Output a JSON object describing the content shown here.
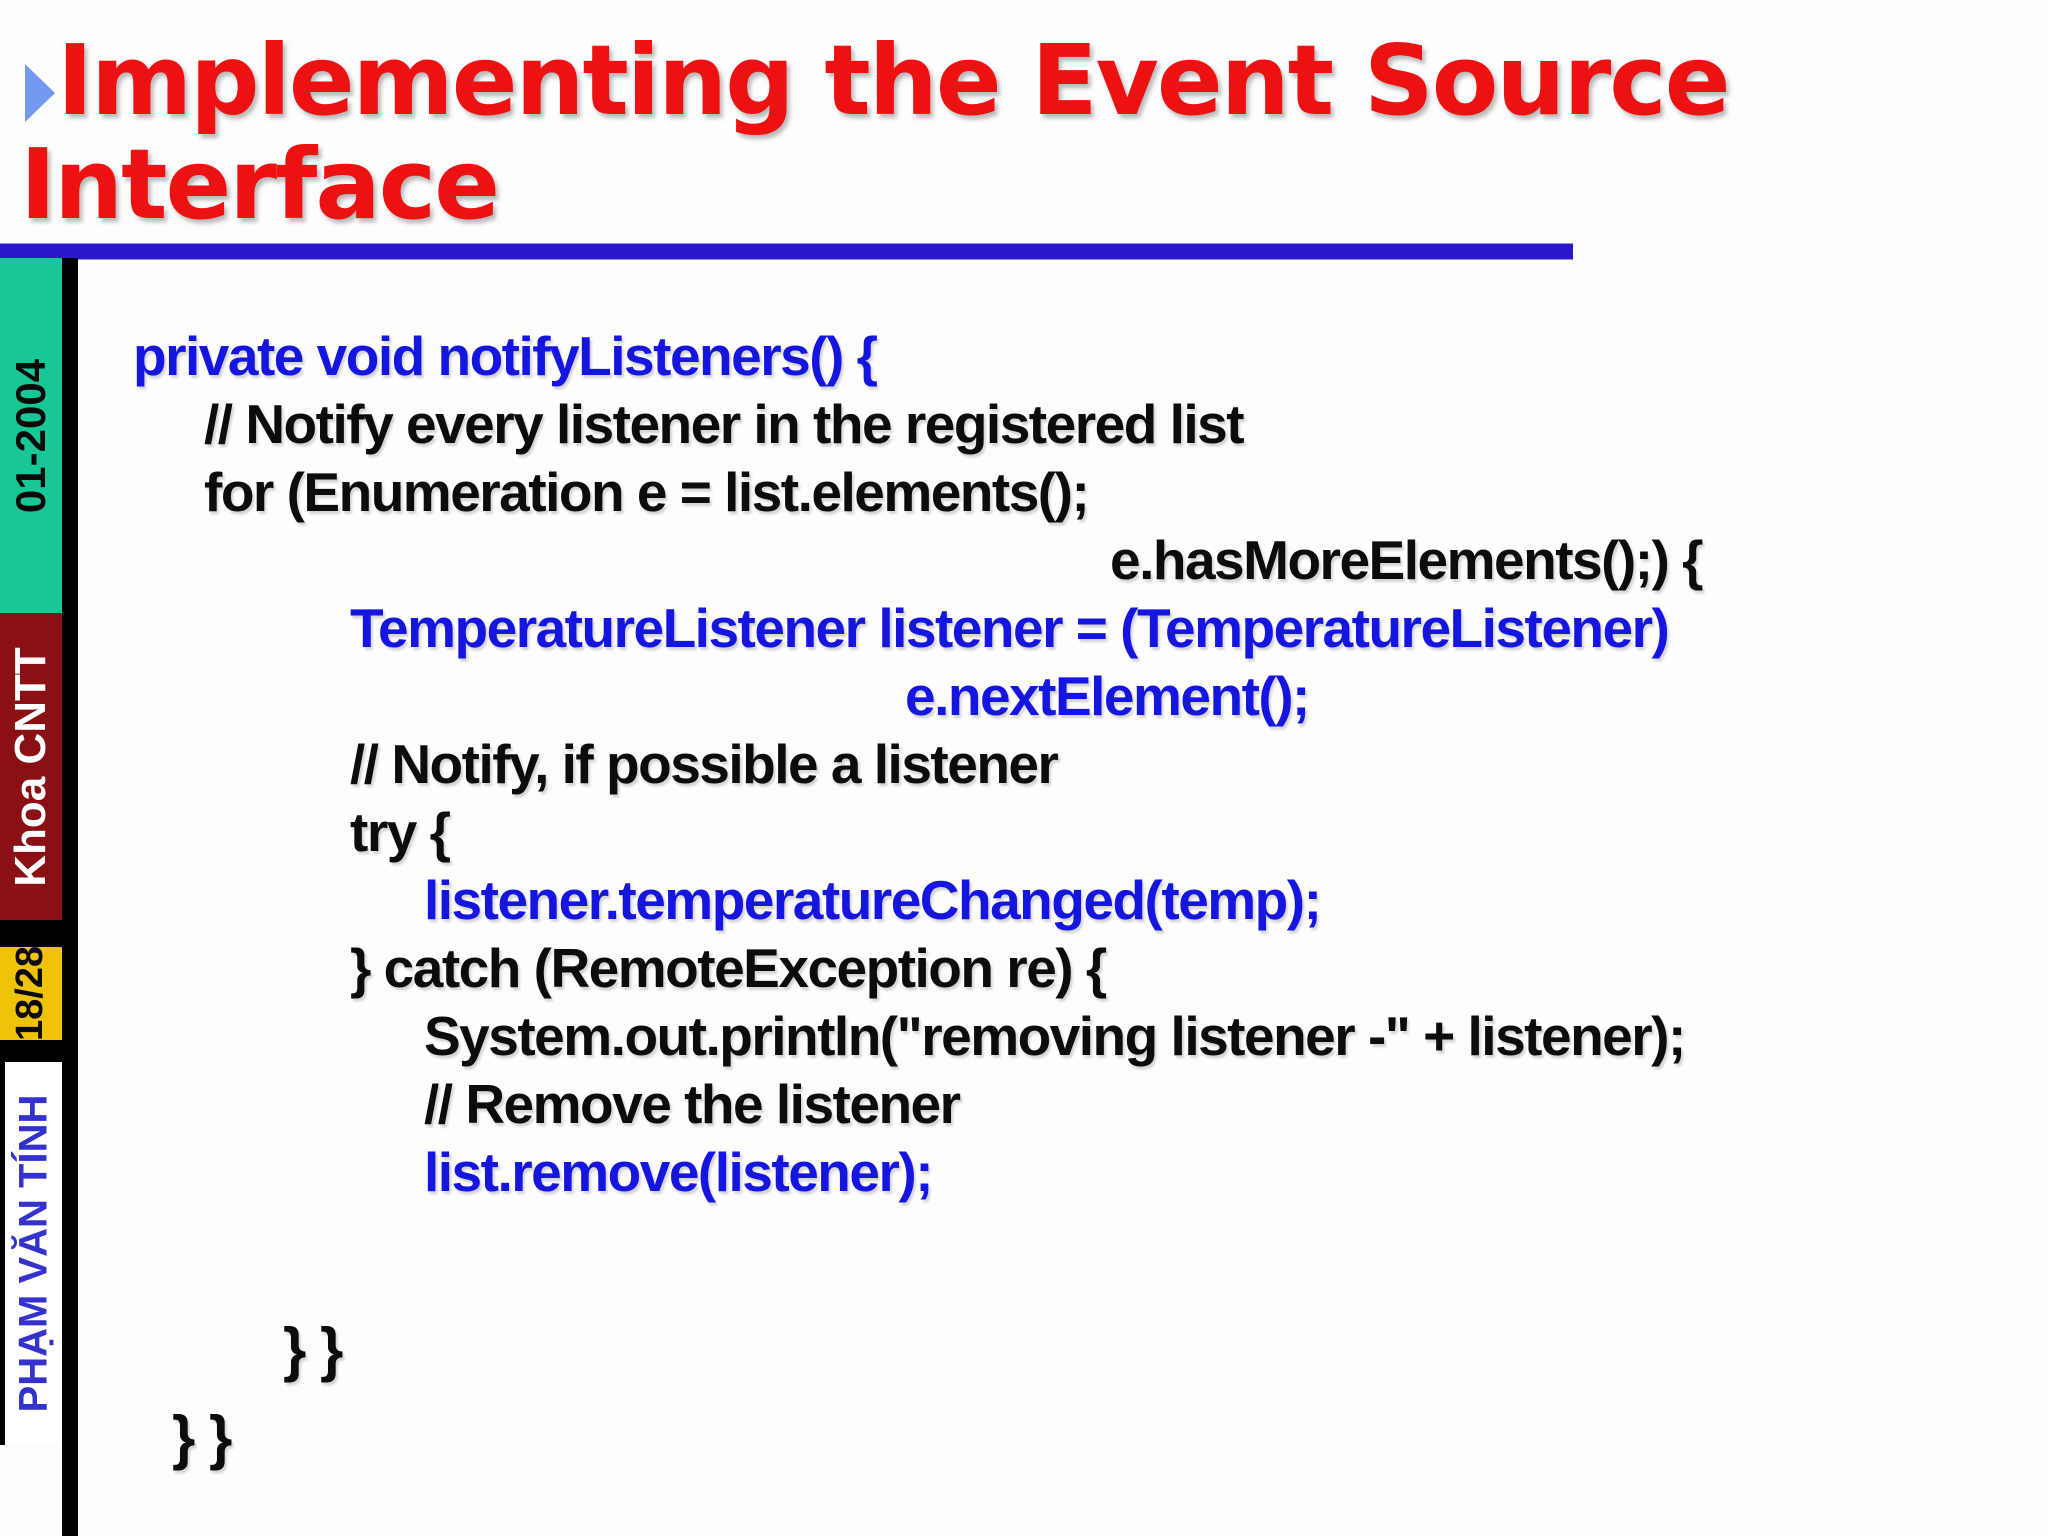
{
  "slide": {
    "title_line1": "Implementing the Event Source",
    "title_line2": "Interface"
  },
  "sidebar": {
    "date_label": "01-2004",
    "faculty_label": "Khoa CNTT",
    "page_label": "18/28",
    "author_label": "PHẠM VĂN TÍNH"
  },
  "code": {
    "lines": [
      {
        "text": "private void notifyListeners() {",
        "color": "blue"
      },
      {
        "text": "// Notify every listener in the registered list",
        "color": "black"
      },
      {
        "text": "for (Enumeration e = list.elements();",
        "color": "black"
      },
      {
        "text": "e.hasMoreElements();) {",
        "color": "black"
      },
      {
        "text": "TemperatureListener listener = (TemperatureListener)",
        "color": "blue"
      },
      {
        "text": "e.nextElement();",
        "color": "blue"
      },
      {
        "text": "// Notify, if possible a listener",
        "color": "black"
      },
      {
        "text": "try {",
        "color": "black"
      },
      {
        "text": "listener.temperatureChanged(temp);",
        "color": "blue"
      },
      {
        "text": "} catch (RemoteException re) {",
        "color": "black"
      },
      {
        "text": "System.out.println(\"removing listener -\" + listener);",
        "color": "black"
      },
      {
        "text": "// Remove the listener",
        "color": "black"
      },
      {
        "text": "list.remove(listener);",
        "color": "blue"
      },
      {
        "text": "} }",
        "color": "black"
      },
      {
        "text": "} }",
        "color": "black"
      }
    ]
  },
  "colors": {
    "title_red": "#ee1111",
    "rule_blue": "#2a18c8",
    "code_blue": "#1515e0",
    "code_black": "#0c0c0c",
    "sidebar_teal": "#17c795",
    "sidebar_dark_red": "#8a1013",
    "sidebar_gold": "#f0c208",
    "author_blue": "#3333cc",
    "bullet_blue": "#7497ef"
  }
}
